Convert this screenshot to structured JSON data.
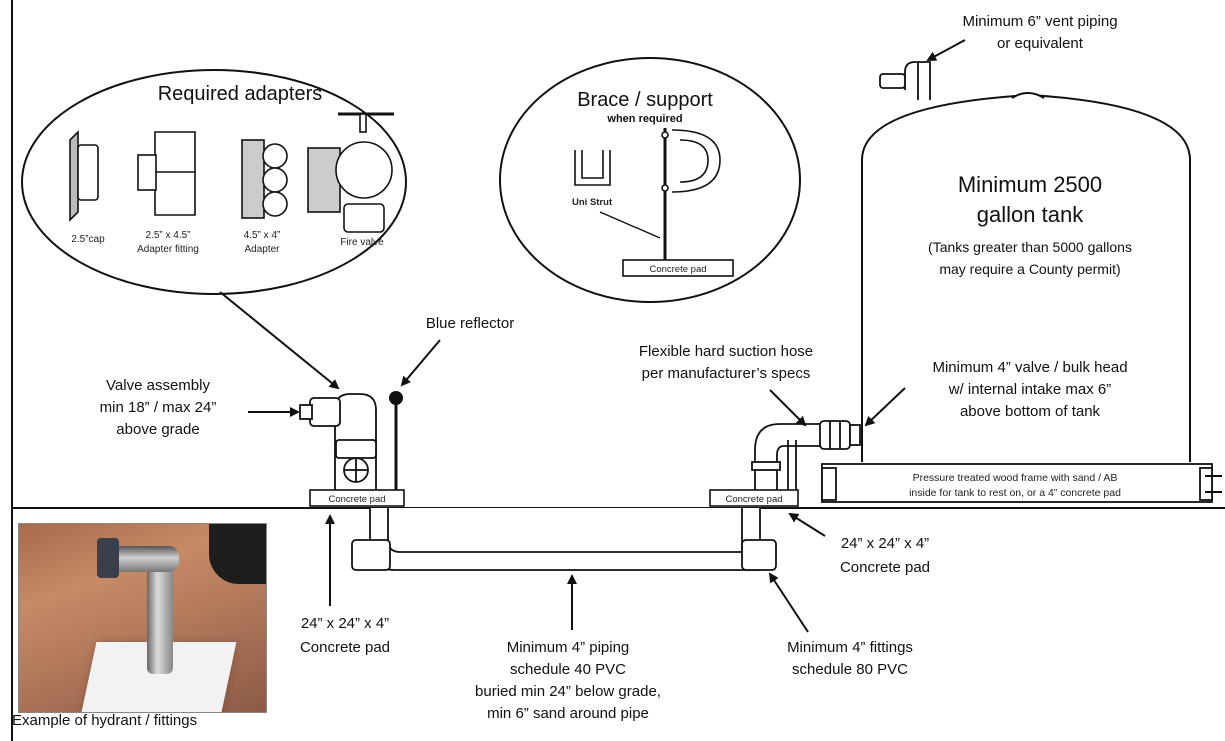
{
  "labels": {
    "vent": [
      "Minimum 6” vent piping",
      "or equivalent"
    ],
    "required_adapters": "Required adapters",
    "cap": "2.5”cap",
    "adapter_fitting": [
      "2.5” x 4.5”",
      "Adapter fitting"
    ],
    "adapter": [
      "4.5” x 4”",
      "Adapter"
    ],
    "fire_valve": "Fire valve",
    "brace_title": "Brace / support",
    "brace_sub": "when required",
    "uni_strut": "Uni Strut",
    "concrete_pad_small": "Concrete pad",
    "tank": [
      "Minimum 2500",
      "gallon tank"
    ],
    "tank_note": [
      "(Tanks greater than 5000 gallons",
      "may require a County permit)"
    ],
    "blue_reflector": "Blue reflector",
    "suction_hose": [
      "Flexible hard suction hose",
      "per manufacturer’s specs"
    ],
    "valve_bulkhead": [
      "Minimum 4” valve / bulk head",
      "w/ internal intake max 6”",
      "above bottom of tank"
    ],
    "valve_assembly": [
      "Valve assembly",
      "min 18” / max 24”",
      "above grade"
    ],
    "wood_frame": [
      "Pressure treated wood frame with sand / AB",
      "inside for tank to rest on, or a 4” concrete pad"
    ],
    "pad_right": [
      "24” x 24” x 4”",
      "Concrete pad"
    ],
    "pad_left": [
      "24” x 24” x 4”",
      "Concrete pad"
    ],
    "piping": [
      "Minimum 4” piping",
      "schedule 40 PVC",
      "buried min 24” below grade,",
      "min 6” sand around pipe"
    ],
    "fittings": [
      "Minimum 4” fittings",
      "schedule 80 PVC"
    ],
    "photo_caption": "Example of hydrant / fittings"
  },
  "colors": {
    "line": "#111111",
    "pipe_fill": "#ffffff"
  }
}
